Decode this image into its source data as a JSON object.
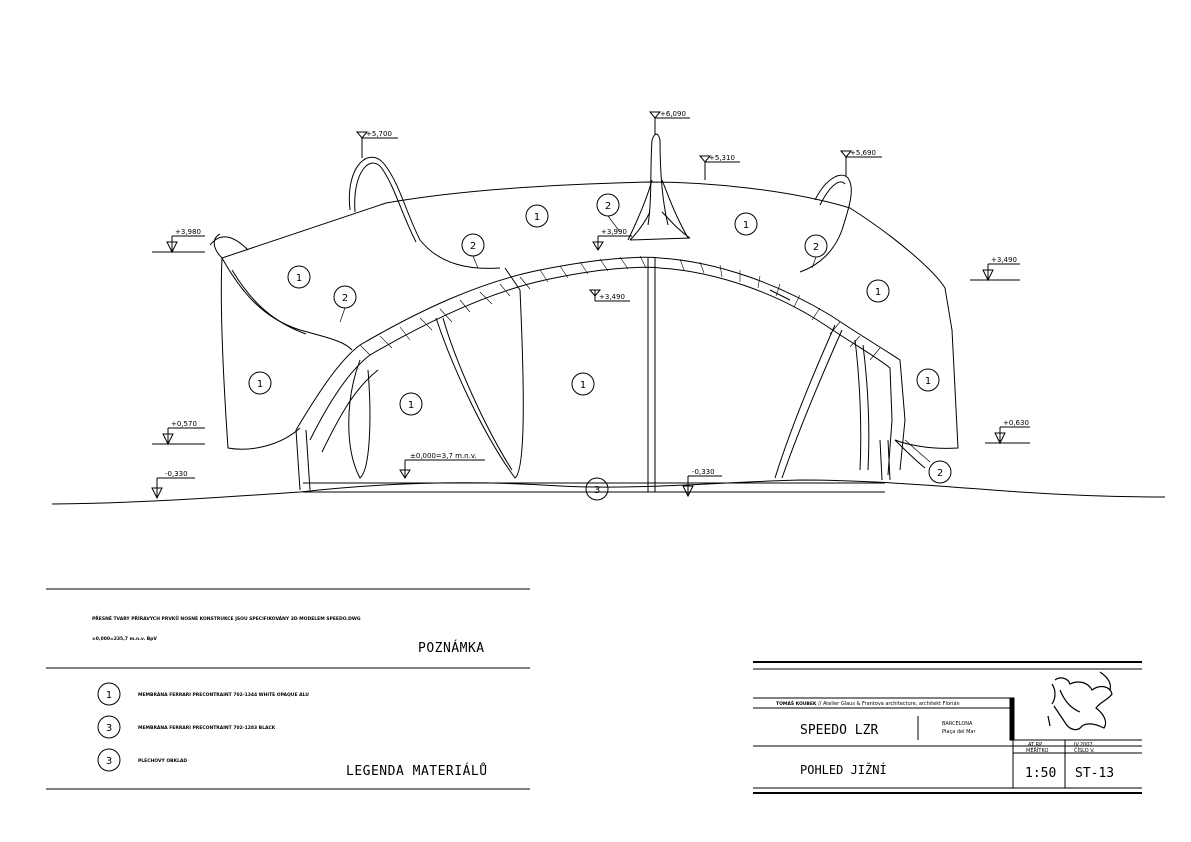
{
  "levels": {
    "top_spire": "+6,090",
    "left_arch": "+5,700",
    "mid_right": "+5,310",
    "right_arch": "+5,690",
    "left_edge": "+3,980",
    "ridge_mid": "+3,990",
    "ridge_under": "+3,490",
    "right_edge": "+3,490",
    "left_low": "+0,570",
    "right_low": "+0,630",
    "left_ground": "-0,330",
    "mid_ground": "-0,330",
    "datum": "±0,000=3,7 m.n.v."
  },
  "markers": {
    "m1": "1",
    "m2": "2",
    "m3": "3"
  },
  "note": {
    "heading": "POZNÁMKA",
    "line1": "PŘESNÉ TVARY PŘÍRAVÝCH PRVKŮ NOSNÉ KONSTRUKCE JSOU SPECIFIKOVÁNY 3D MODELEM SPEEDO.DWG",
    "line2": "±0,000=235,7 m.n.v. BpV"
  },
  "legend": {
    "heading": "LEGENDA MATERIÁLŮ",
    "items": [
      {
        "marker": "1",
        "text": "MEMBRÁNA FERRARI PRECONTRAINT 702-1344 WHITE OPAQUE ALU"
      },
      {
        "marker": "3",
        "text": "MEMBRÁNA FERRARI PRECONTRAINT 702-1283 BLACK"
      },
      {
        "marker": "3",
        "text": "PLECHOVÝ OBKLAD"
      }
    ]
  },
  "titleblock": {
    "author": "TOMÁŠ KOUBEK",
    "office": "// Atelier Glaus & Frantova architecture, architekt Florián",
    "project": "SPEEDO LZR",
    "city": "BARCELONA",
    "place": "Plaça del Mar",
    "dept": "AT RP",
    "date": "IV.2007",
    "scale_label": "MĚŘÍTKO",
    "sheet_label": "ČÍSLO V.",
    "drawing": "POHLED JIŽNÍ",
    "scale": "1:50",
    "sheet": "ST-13"
  }
}
